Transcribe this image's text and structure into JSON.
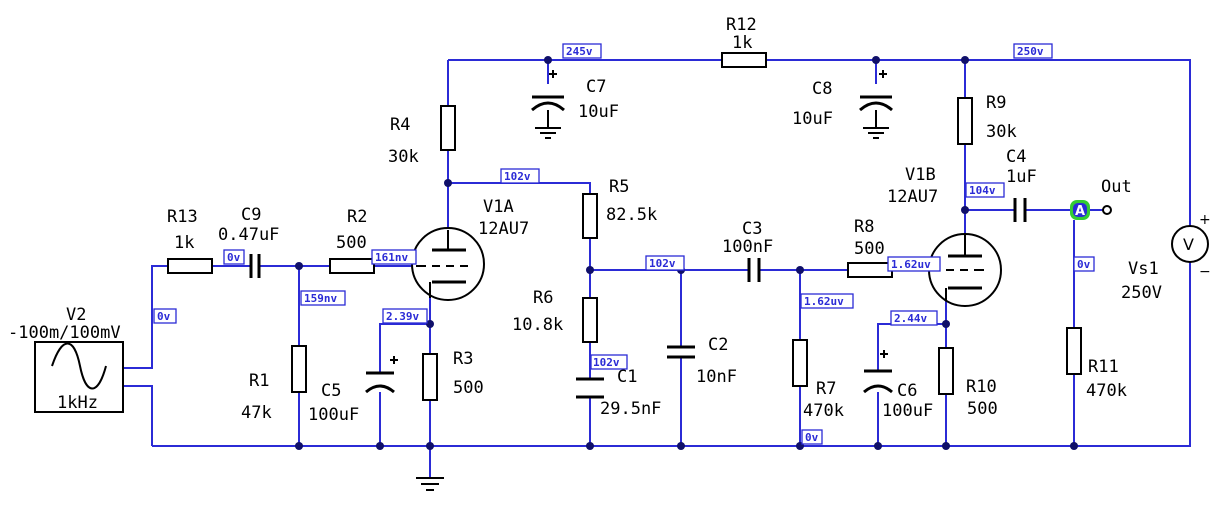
{
  "components": {
    "V2": {
      "name": "V2",
      "value": "-100m/100mV",
      "freq": "1kHz"
    },
    "R13": {
      "name": "R13",
      "value": "1k"
    },
    "C9": {
      "name": "C9",
      "value": "0.47uF"
    },
    "R2": {
      "name": "R2",
      "value": "500"
    },
    "R1": {
      "name": "R1",
      "value": "47k"
    },
    "C5": {
      "name": "C5",
      "value": "100uF"
    },
    "R3": {
      "name": "R3",
      "value": "500"
    },
    "R4": {
      "name": "R4",
      "value": "30k"
    },
    "V1A": {
      "name": "V1A",
      "value": "12AU7"
    },
    "C7": {
      "name": "C7",
      "value": "10uF"
    },
    "R12": {
      "name": "R12",
      "value": "1k"
    },
    "C8": {
      "name": "C8",
      "value": "10uF"
    },
    "R5": {
      "name": "R5",
      "value": "82.5k"
    },
    "R6": {
      "name": "R6",
      "value": "10.8k"
    },
    "C1": {
      "name": "C1",
      "value": "29.5nF"
    },
    "C2": {
      "name": "C2",
      "value": "10nF"
    },
    "C3": {
      "name": "C3",
      "value": "100nF"
    },
    "R8": {
      "name": "R8",
      "value": "500"
    },
    "R7": {
      "name": "R7",
      "value": "470k"
    },
    "C6": {
      "name": "C6",
      "value": "100uF"
    },
    "R10": {
      "name": "R10",
      "value": "500"
    },
    "R9": {
      "name": "R9",
      "value": "30k"
    },
    "V1B": {
      "name": "V1B",
      "value": "12AU7"
    },
    "C4": {
      "name": "C4",
      "value": "1uF"
    },
    "R11": {
      "name": "R11",
      "value": "470k"
    },
    "Vs1": {
      "name": "Vs1",
      "value": "250V"
    }
  },
  "probes": {
    "out_label": "Out",
    "probe_letter": "A",
    "meter_letter": "V",
    "plus": "+",
    "minus": "−"
  },
  "voltages": {
    "supply_left": "245v",
    "supply_right": "250v",
    "plate1": "102v",
    "grid1": "161nv",
    "r13_c9": "0v",
    "c9_r2": "159nv",
    "cath1": "2.39v",
    "input": "0v",
    "r5_r6": "102v",
    "c1": "102v",
    "grid2": "1.62uv",
    "c3_r8": "1.62uv",
    "cath2": "2.44v",
    "plate2": "104v",
    "out": "0v",
    "ground": "0v"
  },
  "colors": {
    "wire": "#2b2bd6",
    "component": "#000000",
    "probe": "#33cc33",
    "node": "#10106a"
  }
}
